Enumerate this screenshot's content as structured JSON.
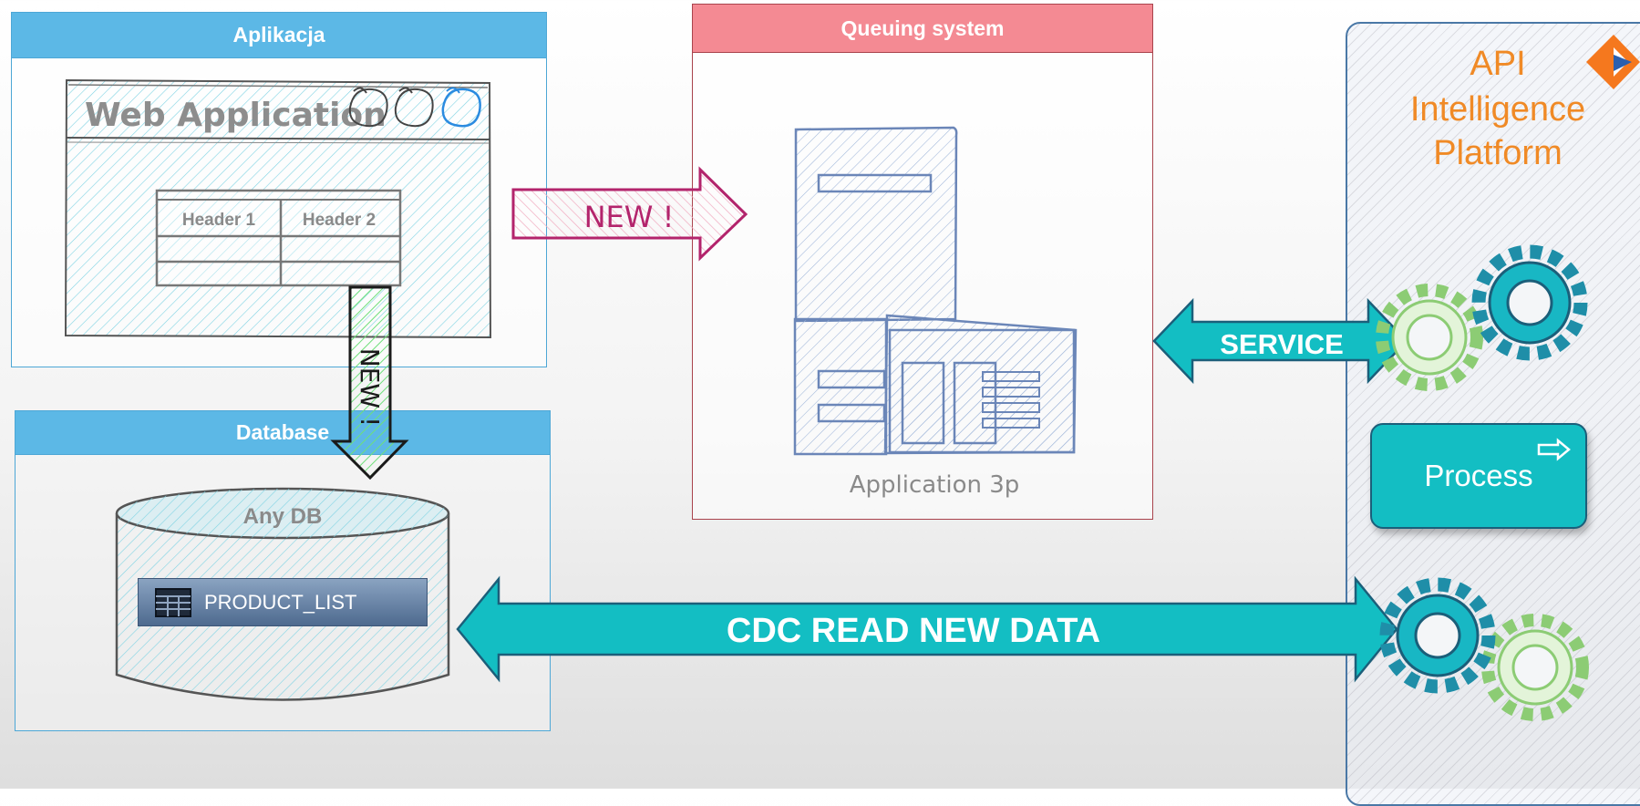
{
  "panels": {
    "app_header": "Aplikacja",
    "db_header": "Database",
    "queue_header": "Queuing system"
  },
  "web_app": {
    "title": "Web Application",
    "table_header_1": "Header 1",
    "table_header_2": "Header 2"
  },
  "database": {
    "name": "Any DB",
    "table_name": "PRODUCT_LIST"
  },
  "queue": {
    "server_label": "Application 3p"
  },
  "api_platform": {
    "title_line_1": "API",
    "title_line_2": "Intelligence",
    "title_line_3": "Platform",
    "process_label": "Process"
  },
  "arrows": {
    "new_right": "NEW !",
    "new_down": "NEW !",
    "service": "SERVICE",
    "cdc": "CDC READ NEW DATA"
  },
  "colors": {
    "panel_blue": "#5cb8e6",
    "panel_red": "#f48a93",
    "teal": "#13bec3",
    "api_orange": "#f08a26"
  },
  "icons": [
    "window-circle-icon",
    "table-icon",
    "server-icon",
    "gear-icon",
    "process-arrow-icon",
    "logo-icon"
  ]
}
